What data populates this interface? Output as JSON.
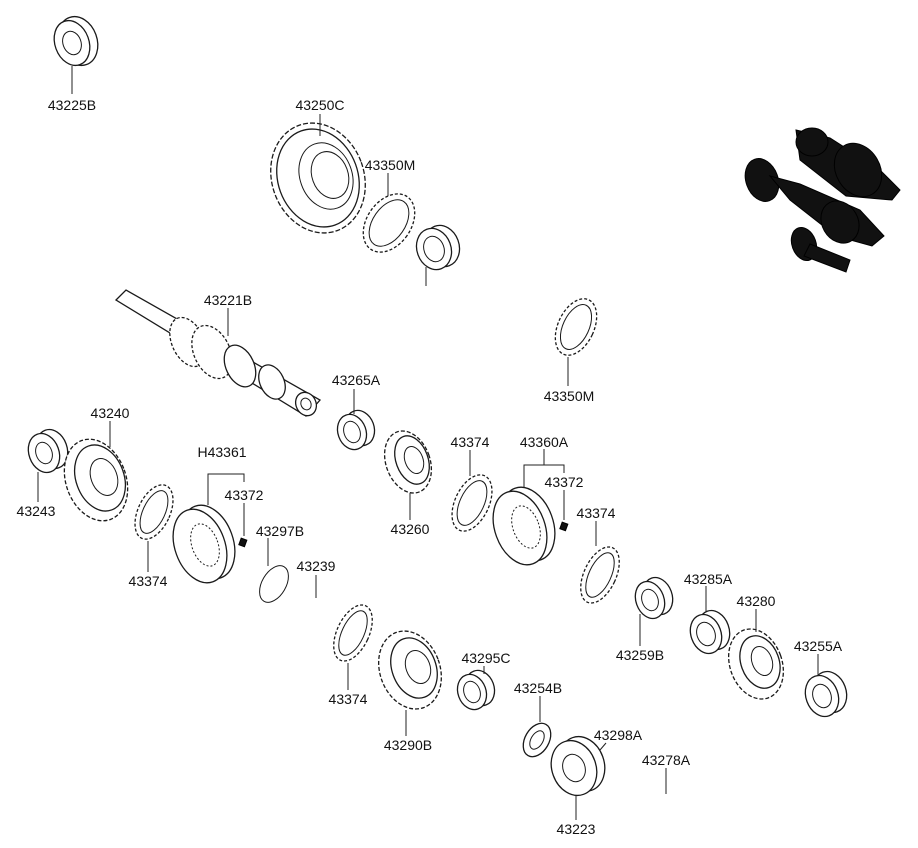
{
  "diagram": {
    "labels": [
      {
        "id": "l-43225b",
        "text": "43225B"
      },
      {
        "id": "l-43250c",
        "text": "43250C"
      },
      {
        "id": "l-43350m-top",
        "text": "43350M"
      },
      {
        "id": "l-43221b",
        "text": "43221B"
      },
      {
        "id": "l-43350m-mid",
        "text": "43350M"
      },
      {
        "id": "l-43265a",
        "text": "43265A"
      },
      {
        "id": "l-43240",
        "text": "43240"
      },
      {
        "id": "l-43243",
        "text": "43243"
      },
      {
        "id": "l-h43361",
        "text": "H43361"
      },
      {
        "id": "l-43372-left",
        "text": "43372"
      },
      {
        "id": "l-43297b",
        "text": "43297B"
      },
      {
        "id": "l-43239",
        "text": "43239"
      },
      {
        "id": "l-43374-a",
        "text": "43374"
      },
      {
        "id": "l-43260",
        "text": "43260"
      },
      {
        "id": "l-43374-b",
        "text": "43374"
      },
      {
        "id": "l-43360a",
        "text": "43360A"
      },
      {
        "id": "l-43372-right",
        "text": "43372"
      },
      {
        "id": "l-43374-c",
        "text": "43374"
      },
      {
        "id": "l-43285a",
        "text": "43285A"
      },
      {
        "id": "l-43280",
        "text": "43280"
      },
      {
        "id": "l-43259b",
        "text": "43259B"
      },
      {
        "id": "l-43255a",
        "text": "43255A"
      },
      {
        "id": "l-43374-d",
        "text": "43374"
      },
      {
        "id": "l-43295c",
        "text": "43295C"
      },
      {
        "id": "l-43290b",
        "text": "43290B"
      },
      {
        "id": "l-43254b",
        "text": "43254B"
      },
      {
        "id": "l-43298a",
        "text": "43298A"
      },
      {
        "id": "l-43278a",
        "text": "43278A"
      },
      {
        "id": "l-43223",
        "text": "43223"
      }
    ]
  }
}
